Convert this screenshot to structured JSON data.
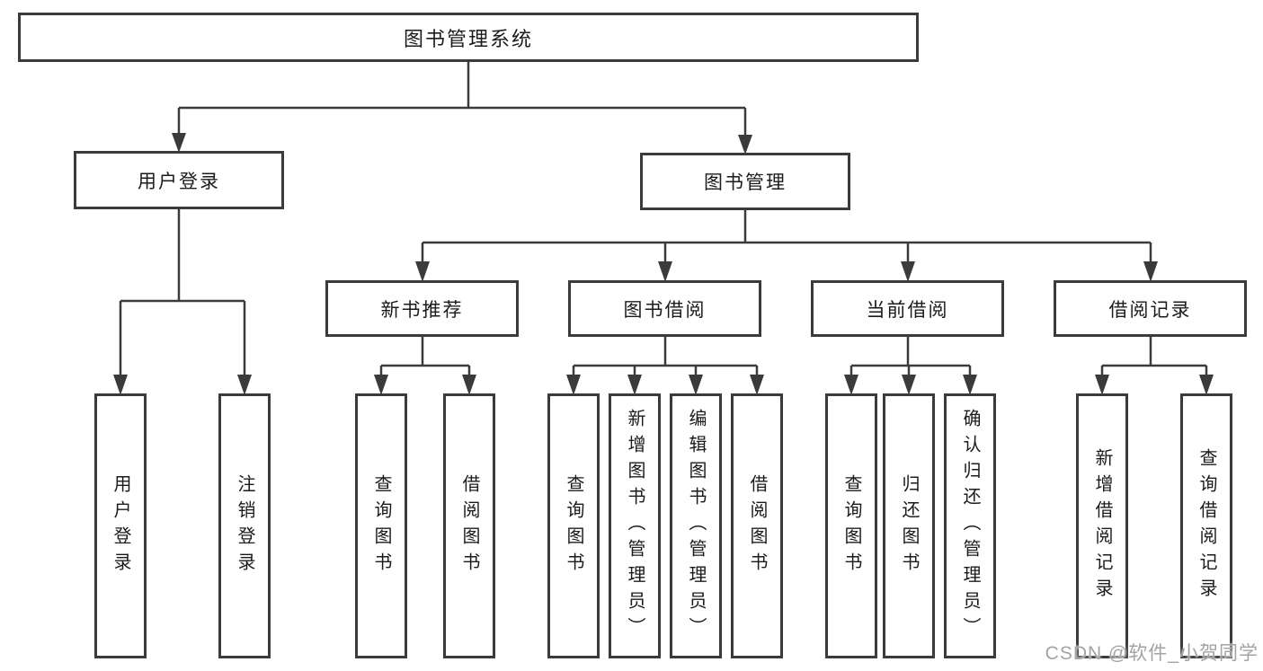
{
  "tree": {
    "label": "图书管理系统",
    "children": [
      {
        "label": "用户登录",
        "children": [
          {
            "label": "用户登录"
          },
          {
            "label": "注销登录"
          }
        ]
      },
      {
        "label": "图书管理",
        "children": [
          {
            "label": "新书推荐",
            "children": [
              {
                "label": "查询图书"
              },
              {
                "label": "借阅图书"
              }
            ]
          },
          {
            "label": "图书借阅",
            "children": [
              {
                "label": "查询图书"
              },
              {
                "label": "新增图书（管理员）"
              },
              {
                "label": "编辑图书（管理员）"
              },
              {
                "label": "借阅图书"
              }
            ]
          },
          {
            "label": "当前借阅",
            "children": [
              {
                "label": "查询图书"
              },
              {
                "label": "归还图书"
              },
              {
                "label": "确认归还（管理员）"
              }
            ]
          },
          {
            "label": "借阅记录",
            "children": [
              {
                "label": "新增借阅记录"
              },
              {
                "label": "查询借阅记录"
              }
            ]
          }
        ]
      }
    ]
  },
  "watermark": {
    "text": "CSDN @软件_小贺同学"
  },
  "colors": {
    "line": "#3b3b3b",
    "border": "#3b3b3b",
    "text": "#1b1b1b",
    "watermark": "#a3a3a3",
    "background": "#ffffff"
  }
}
